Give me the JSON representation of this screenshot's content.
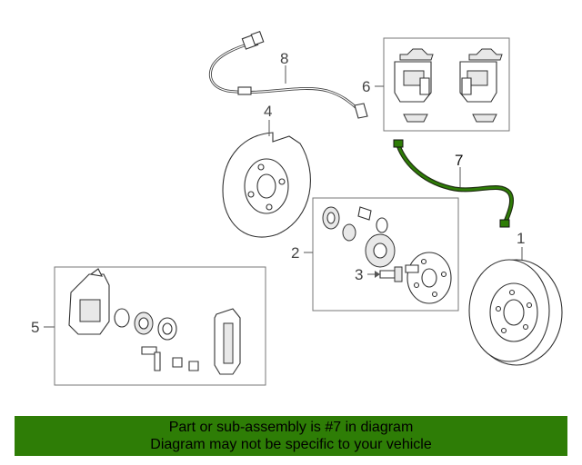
{
  "callouts": [
    "1",
    "2",
    "3",
    "4",
    "5",
    "6",
    "7",
    "8"
  ],
  "highlight": {
    "part": "7",
    "color": "#2e7d06"
  },
  "banner": {
    "line1": "Part or sub-assembly is #7 in diagram",
    "line2": "Diagram may not be specific to your vehicle",
    "background": "#2e7d06"
  }
}
